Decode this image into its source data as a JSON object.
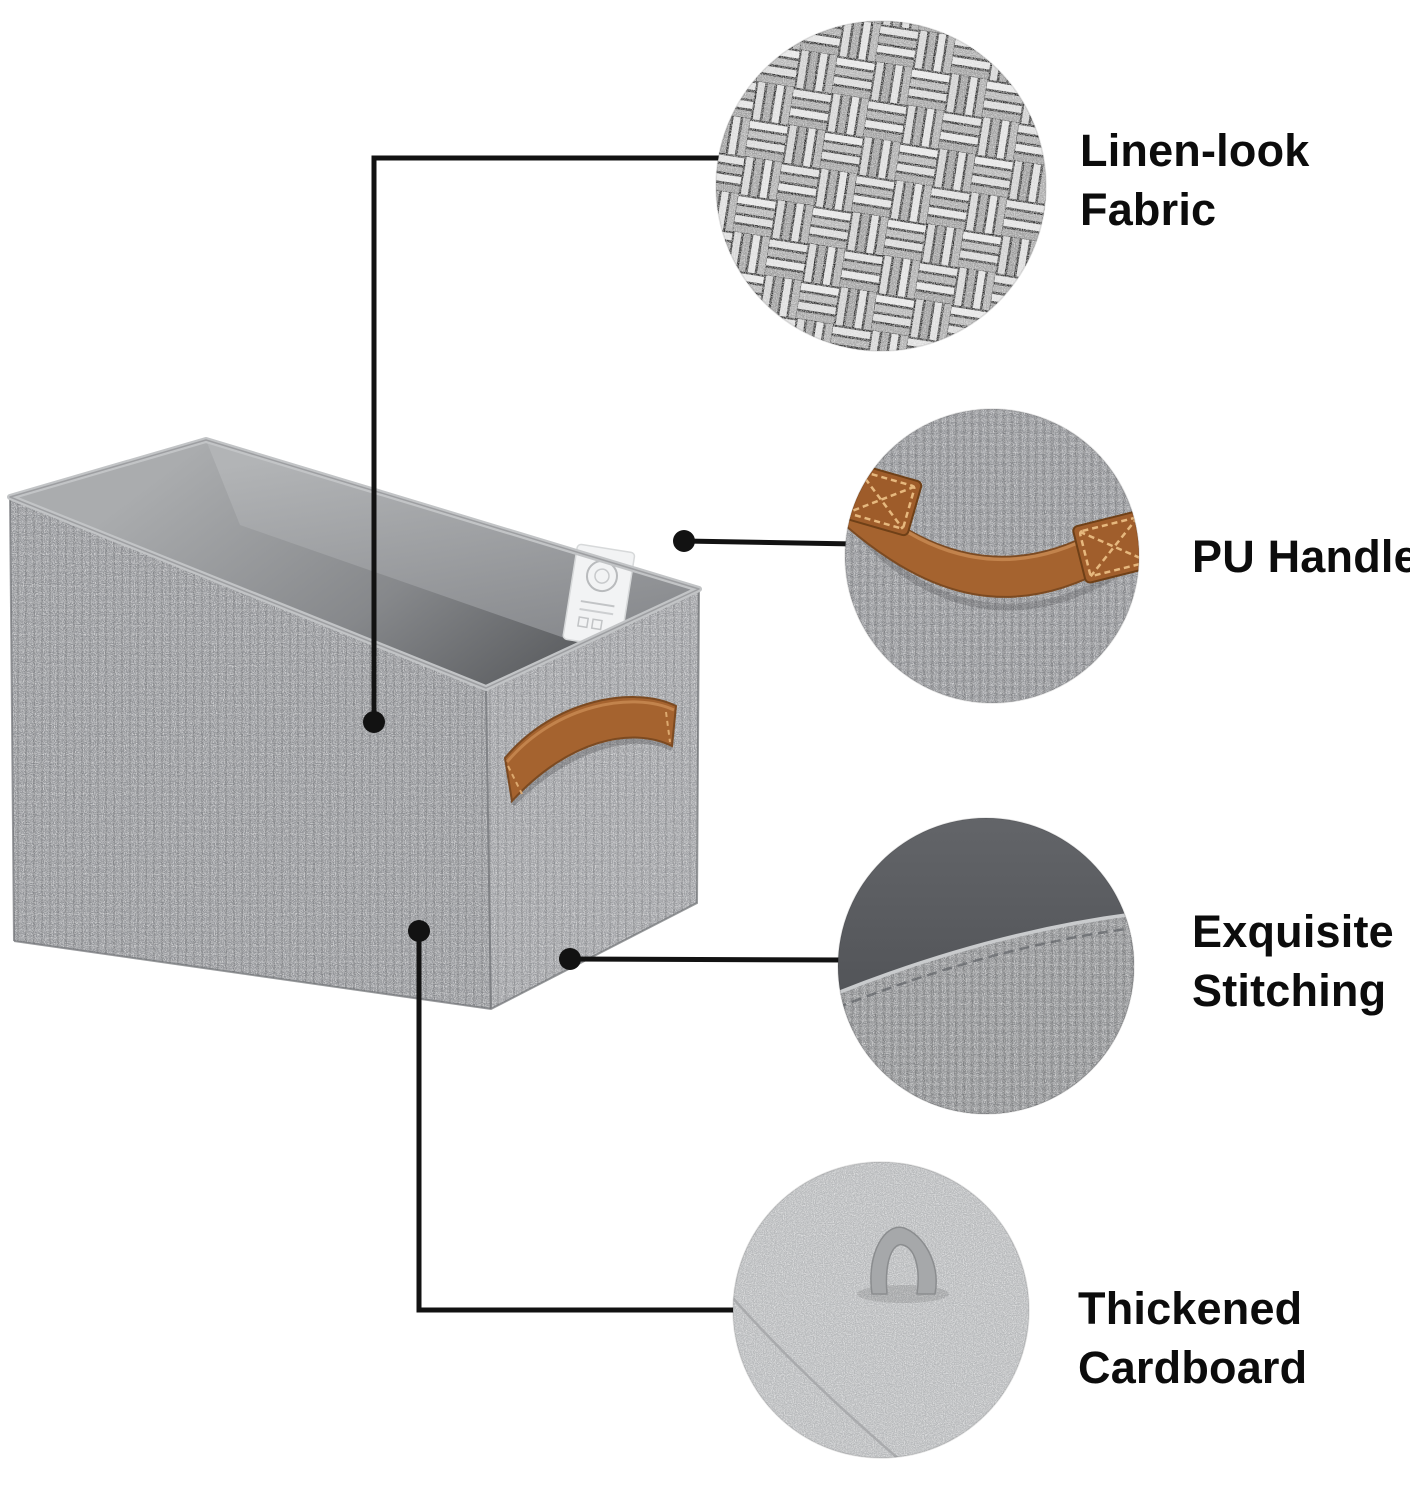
{
  "page": {
    "background": "#ffffff"
  },
  "colors": {
    "fabric_front": "#909296",
    "fabric_side": "#9b9da1",
    "handle_brown": "#a5632f",
    "leader_line": "#121212",
    "label_text": "#0c0c0c"
  },
  "features": [
    {
      "id": "linen-fabric",
      "label": "Linen-look Fabric"
    },
    {
      "id": "pu-handles",
      "label": "PU Handles"
    },
    {
      "id": "stitching",
      "label": "Exquisite Stitching"
    },
    {
      "id": "cardboard",
      "label": "Thickened Cardboard"
    }
  ]
}
